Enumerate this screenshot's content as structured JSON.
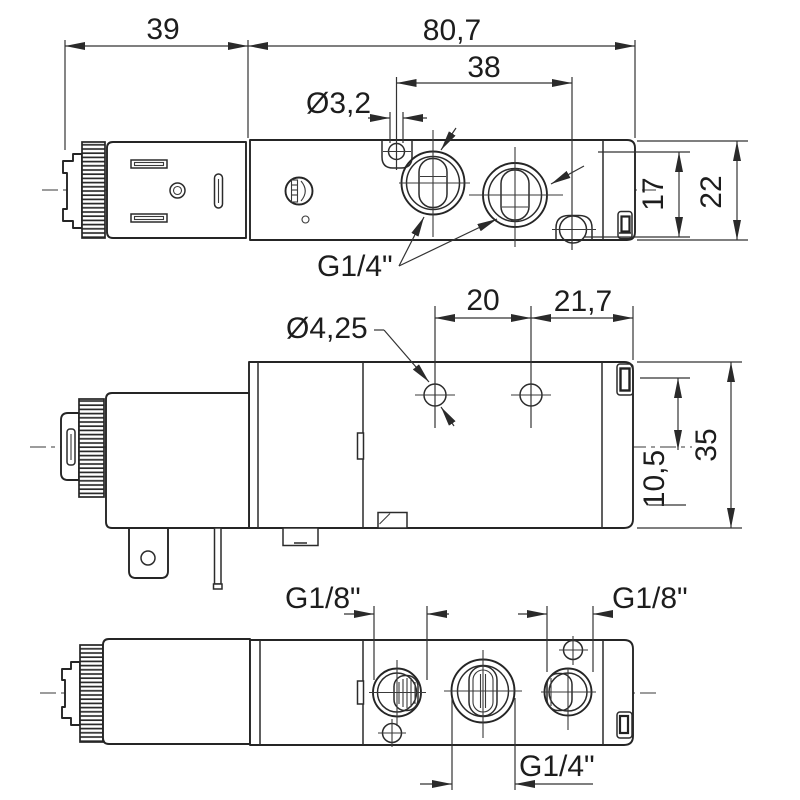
{
  "views": {
    "top_view": {
      "dims": {
        "coil_length": "39",
        "body_length": "80,7",
        "hole_spacing": "38",
        "pilot_hole_diameter": "Ø3,2",
        "port_offset": "17",
        "body_width": "22",
        "port_thread": "G1/4\""
      }
    },
    "side_view": {
      "dims": {
        "mounting_hole_diameter": "Ø4,25",
        "hole_spacing_left": "20",
        "hole_spacing_right": "21,7",
        "body_height": "35",
        "axis_offset": "10,5"
      }
    },
    "bottom_view": {
      "dims": {
        "port_thread_left": "G1/8\"",
        "port_thread_right": "G1/8\"",
        "port_thread_center": "G1/4\""
      }
    }
  }
}
